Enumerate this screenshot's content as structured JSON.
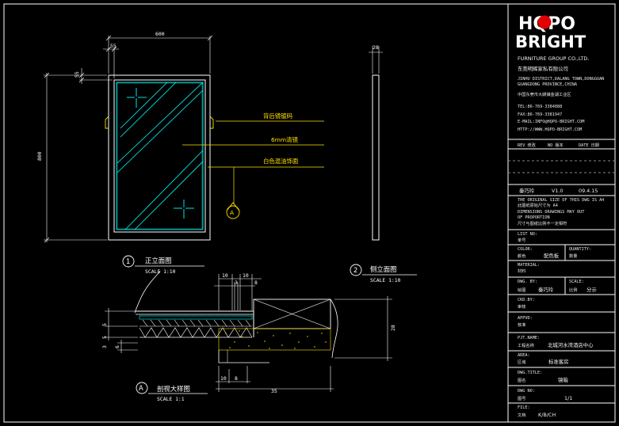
{
  "brand": {
    "logo_line1": "HQPO",
    "logo_line2": "BRIGHT",
    "group": "FURNITURE GROUP CO.,LTD.",
    "company_cn": "东莞明辉家私有限公司"
  },
  "contact": {
    "addr_en_1": "JINHU DISTRICT,DALANG TOWN,DONGGUAN",
    "addr_en_2": "GUANGDONG PROVINCE,CHINA",
    "addr_cn": "中国东莞市大朗镇金湖工业区",
    "tel": "TEL:86-769-3384088",
    "fax": "FAX:86-769-3381947",
    "email": "E-MAIL:INFO@HQPO-BRIGHT.COM",
    "web": "HTTP://WWW.HQPO-BRIGHT.COM"
  },
  "revision": {
    "header_rev": "REV 修改",
    "header_no": "NO 版本",
    "header_date": "DATE 日期",
    "author": "秦巧玲",
    "version": "V1.0",
    "date": "09.4.15"
  },
  "notes": {
    "line1": "THE ORIGINAL SIZE OF THIS DWG IS A4",
    "line2": "此图纸原始尺寸为 A4",
    "line3": "DIMENSIONS DRAWINGS MAY OUT",
    "line4": "OF PROPORTION",
    "line5": "尺寸与图纸比例不一定相符"
  },
  "fields": {
    "list_no": "LIST NO:",
    "list_no_cn": "单号",
    "color": "COLOR:",
    "color_cn": "颜色",
    "color_val": "配色板",
    "quantity": "QUANTITY:",
    "quantity_cn": "数量",
    "material": "MATERIAL:",
    "material_cn": "材料",
    "dwg_by": "DWG. BY:",
    "dwg_by_cn": "绘图",
    "dwg_by_val": "秦巧玲",
    "scale": "SCALE:",
    "scale_cn": "比例",
    "scale_val": "分示",
    "ckd_by": "CKD.BY:",
    "ckd_by_cn": "审核",
    "appvd": "APPVD:",
    "appvd_cn": "核准",
    "project": "PJT.NAME:",
    "project_cn": "工程名称",
    "project_val": "北城河水湾酒店中心",
    "area": "AREA:",
    "area_cn": "区域",
    "area_val": "标准客房",
    "dwg_title": "DWG.TITLE:",
    "dwg_title_cn": "图名",
    "dwg_title_val": "镜箱",
    "dwg_no": "DWG NO:",
    "dwg_no_cn": "图号",
    "dwg_no_val": "1/1",
    "file": "FILE:",
    "file_cn": "文档",
    "file_val": "K/B/CH"
  },
  "drawing": {
    "front": {
      "num": "1",
      "title": "正立面图",
      "scale": "SCALE 1:10",
      "width": "600",
      "height": "800",
      "inset_x": "55",
      "inset_y": "55"
    },
    "side": {
      "num": "2",
      "title": "侧立面图",
      "scale": "SCALE 1:10",
      "depth": "28"
    },
    "detail": {
      "num": "A",
      "title": "剖视大样图",
      "scale": "SCALE 1:1",
      "d1": "10",
      "d2": "10",
      "d3": "3",
      "d4": "8",
      "d5": "10",
      "d6": "35",
      "d7": "5",
      "d8": "8",
      "d9": "5",
      "d10": "3",
      "d11": "6",
      "d12": "28"
    },
    "callouts": {
      "c1": "背后镜镀码",
      "c2": "6mm清镜",
      "c3": "白色混油饰面",
      "marker": "A"
    }
  }
}
